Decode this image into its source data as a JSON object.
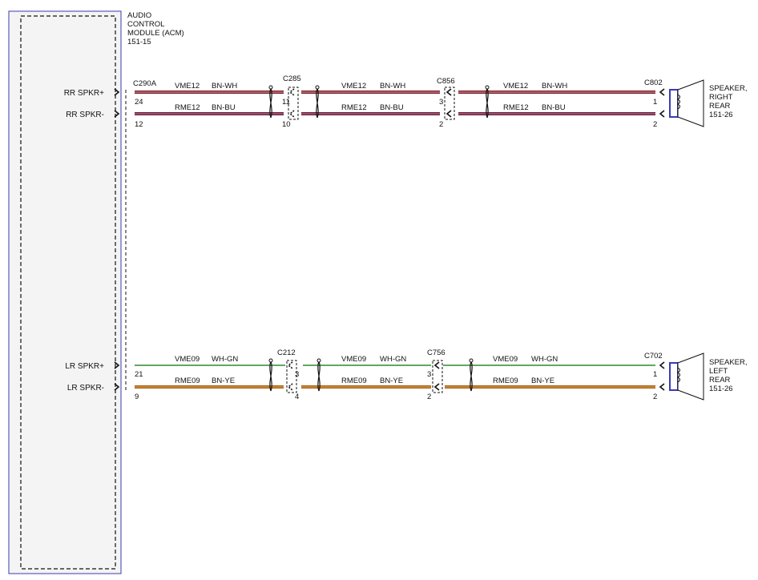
{
  "module": {
    "title_lines": [
      "AUDIO",
      "CONTROL",
      "MODULE (ACM)",
      "151-15"
    ],
    "connector": "C290A"
  },
  "colors": {
    "bn_wh": "#7f1a2e",
    "bn_wh_stripe": "#d7b0a0",
    "bn_bu": "#6e1c3a",
    "bn_bu_stripe": "#b88aa2",
    "wh_gn": "#2e8a2e",
    "bn_ye": "#a86418",
    "bn_ye_stripe": "#e3a75a",
    "module_border": "#3a3ab8",
    "speaker_fill": "#3a3ab8"
  },
  "right_rear": {
    "speaker_lines": [
      "SPEAKER,",
      "RIGHT",
      "REAR",
      "151-26"
    ],
    "connectors": [
      "C285",
      "C856",
      "C802"
    ],
    "pos": {
      "label": "RR SPKR+",
      "acm_pin": "24",
      "circuit": "VME12",
      "color": "BN-WH",
      "pins": [
        "11",
        "3",
        "1"
      ]
    },
    "neg": {
      "label": "RR SPKR-",
      "acm_pin": "12",
      "circuit": "RME12",
      "color": "BN-BU",
      "pins": [
        "10",
        "2",
        "2"
      ]
    }
  },
  "left_rear": {
    "speaker_lines": [
      "SPEAKER,",
      "LEFT",
      "REAR",
      "151-26"
    ],
    "connectors": [
      "C212",
      "C756",
      "C702"
    ],
    "pos": {
      "label": "LR SPKR+",
      "acm_pin": "21",
      "circuit": "VME09",
      "color": "WH-GN",
      "pins": [
        "3",
        "3",
        "1"
      ]
    },
    "neg": {
      "label": "LR SPKR-",
      "acm_pin": "9",
      "circuit": "RME09",
      "color": "BN-YE",
      "pins": [
        "4",
        "2",
        "2"
      ]
    }
  }
}
